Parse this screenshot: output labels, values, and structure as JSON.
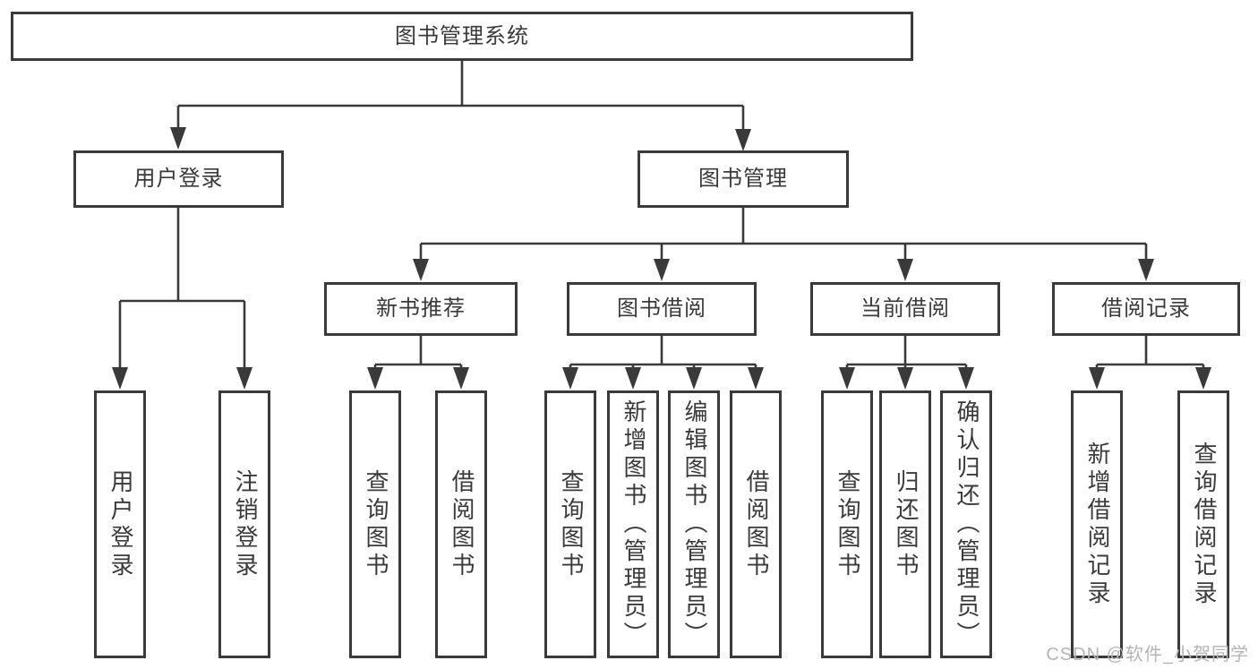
{
  "tree": {
    "root": {
      "label": "图书管理系统"
    },
    "branches": [
      {
        "label": "用户登录",
        "children": [
          {
            "label": "用户登录"
          },
          {
            "label": "注销登录"
          }
        ]
      },
      {
        "label": "图书管理",
        "children": [
          {
            "label": "新书推荐",
            "children": [
              {
                "label": "查询图书"
              },
              {
                "label": "借阅图书"
              }
            ]
          },
          {
            "label": "图书借阅",
            "children": [
              {
                "label": "查询图书"
              },
              {
                "label": "新增图书（管理员）"
              },
              {
                "label": "编辑图书（管理员）"
              },
              {
                "label": "借阅图书"
              }
            ]
          },
          {
            "label": "当前借阅",
            "children": [
              {
                "label": "查询图书"
              },
              {
                "label": "归还图书"
              },
              {
                "label": "确认归还（管理员）"
              }
            ]
          },
          {
            "label": "借阅记录",
            "children": [
              {
                "label": "新增借阅记录"
              },
              {
                "label": "查询借阅记录"
              }
            ]
          }
        ]
      }
    ]
  },
  "watermark": "CSDN @软件_小贺同学",
  "colors": {
    "line": "#3a3a3a",
    "text": "#3a3a3a",
    "watermark": "#b5b5b5"
  }
}
